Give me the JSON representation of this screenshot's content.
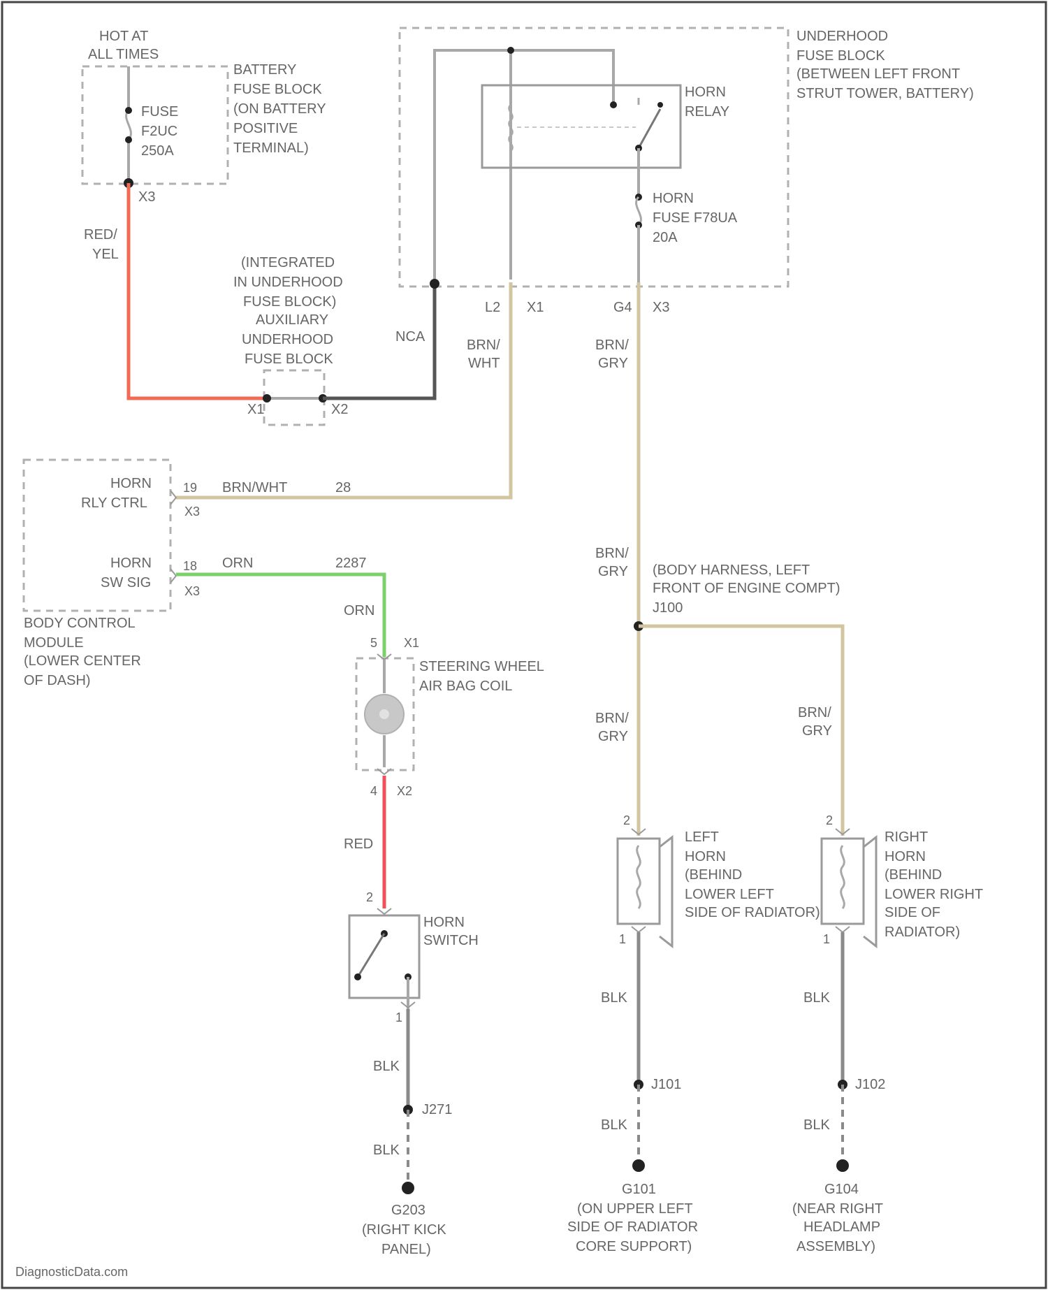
{
  "battery_fuse_block": {
    "hot": [
      "HOT AT",
      "ALL TIMES"
    ],
    "title": [
      "BATTERY",
      "FUSE BLOCK",
      "(ON BATTERY",
      "POSITIVE",
      "TERMINAL)"
    ],
    "fuse": [
      "FUSE",
      "F2UC",
      "250A"
    ],
    "pin": "X3"
  },
  "wire_red_yel": [
    "RED/",
    "YEL"
  ],
  "aux_fuse_block": {
    "title": [
      "(INTEGRATED",
      "IN UNDERHOOD",
      "FUSE BLOCK)",
      "AUXILIARY",
      "UNDERHOOD",
      "FUSE BLOCK"
    ],
    "pin_x1": "X1",
    "pin_x2": "X2"
  },
  "wire_nca": "NCA",
  "underhood_fuse_block": {
    "title": [
      "UNDERHOOD",
      "FUSE BLOCK",
      "(BETWEEN LEFT FRONT",
      "STRUT TOWER, BATTERY)"
    ],
    "relay": [
      "HORN",
      "RELAY"
    ],
    "fuse": [
      "HORN",
      "FUSE F78UA",
      "20A"
    ],
    "pin_l2": "L2",
    "pin_x1": "X1",
    "pin_g4": "G4",
    "pin_x3": "X3"
  },
  "wire_brn_wht": [
    "BRN/",
    "WHT"
  ],
  "wire_brn_gry": [
    "BRN/",
    "GRY"
  ],
  "bcm": {
    "title": [
      "BODY CONTROL",
      "MODULE",
      "(LOWER CENTER",
      "OF DASH)"
    ],
    "rly_ctrl": [
      "HORN",
      "RLY CTRL"
    ],
    "sw_sig": [
      "HORN",
      "SW SIG"
    ],
    "pin19": "19",
    "pin18": "18",
    "x3a": "X3",
    "x3b": "X3",
    "wire1": "BRN/WHT",
    "circ1": "28",
    "wire2": "ORN",
    "circ2": "2287"
  },
  "wire_orn": "ORN",
  "airbag_coil": {
    "title": [
      "STEERING WHEEL",
      "AIR BAG COIL"
    ],
    "pin5": "5",
    "x1": "X1",
    "pin4": "4",
    "x2": "X2"
  },
  "wire_red": "RED",
  "horn_switch": {
    "title": [
      "HORN",
      "SWITCH"
    ],
    "pin2": "2",
    "pin1": "1"
  },
  "splice_j100": {
    "title": [
      "(BODY HARNESS, LEFT",
      "FRONT OF ENGINE COMPT)"
    ],
    "id": "J100"
  },
  "left_horn": {
    "title": [
      "LEFT",
      "HORN",
      "(BEHIND",
      "LOWER LEFT",
      "SIDE OF RADIATOR)"
    ],
    "pin2": "2",
    "pin1": "1"
  },
  "right_horn": {
    "title": [
      "RIGHT",
      "HORN",
      "(BEHIND",
      "LOWER RIGHT",
      "SIDE OF",
      "RADIATOR)"
    ],
    "pin2": "2",
    "pin1": "1"
  },
  "wire_blk": "BLK",
  "splices": {
    "j271": "J271",
    "j101": "J101",
    "j102": "J102"
  },
  "grounds": {
    "g203": [
      "G203",
      "(RIGHT KICK",
      "PANEL)"
    ],
    "g101": [
      "G101",
      "(ON UPPER LEFT",
      "SIDE OF RADIATOR",
      "CORE SUPPORT)"
    ],
    "g104": [
      "G104",
      "(NEAR RIGHT",
      "HEADLAMP",
      "ASSEMBLY)"
    ]
  },
  "watermark": "DiagnosticData.com"
}
